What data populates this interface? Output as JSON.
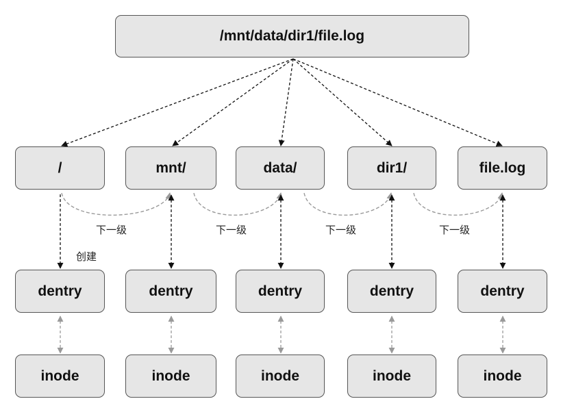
{
  "diagram": {
    "root": {
      "label": "/mnt/data/dir1/file.log"
    },
    "segments": [
      {
        "label": "/"
      },
      {
        "label": "mnt/"
      },
      {
        "label": "data/"
      },
      {
        "label": "dir1/"
      },
      {
        "label": "file.log"
      }
    ],
    "dentries": [
      {
        "label": "dentry"
      },
      {
        "label": "dentry"
      },
      {
        "label": "dentry"
      },
      {
        "label": "dentry"
      },
      {
        "label": "dentry"
      }
    ],
    "inodes": [
      {
        "label": "inode"
      },
      {
        "label": "inode"
      },
      {
        "label": "inode"
      },
      {
        "label": "inode"
      },
      {
        "label": "inode"
      }
    ],
    "edge_labels": {
      "next_level": [
        "下一级",
        "下一级",
        "下一级",
        "下一级"
      ],
      "create": "创建"
    }
  }
}
